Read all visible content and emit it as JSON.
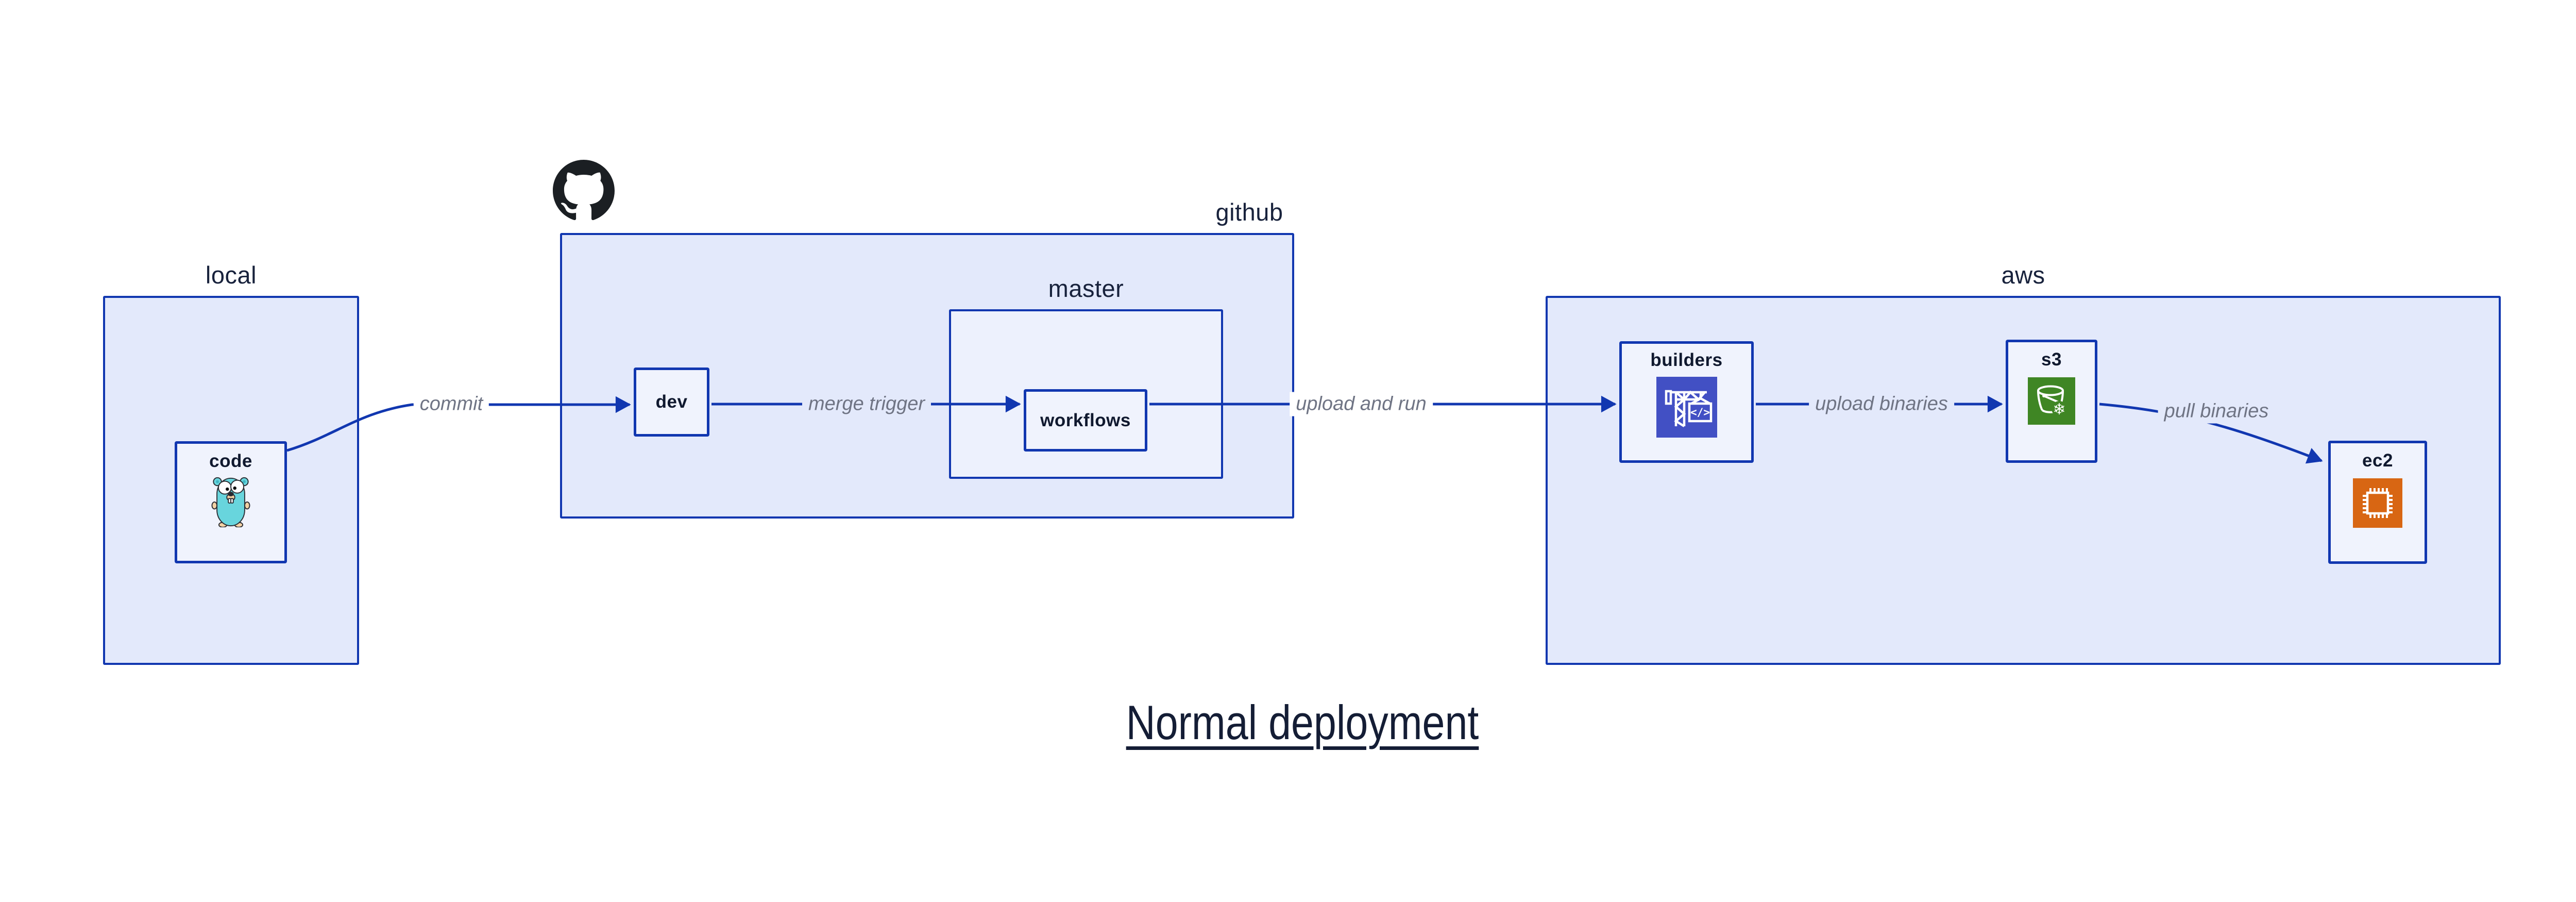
{
  "diagram_title": "Normal deployment",
  "groups": {
    "local": {
      "label": "local"
    },
    "github": {
      "label": "github"
    },
    "master": {
      "label": "master"
    },
    "aws": {
      "label": "aws"
    }
  },
  "nodes": {
    "code": {
      "label": "code",
      "icon": "go-gopher-icon"
    },
    "dev": {
      "label": "dev"
    },
    "workflows": {
      "label": "workflows"
    },
    "builders": {
      "label": "builders",
      "icon": "codebuild-crane-icon"
    },
    "s3": {
      "label": "s3",
      "icon": "s3-bucket-snowflake-icon"
    },
    "ec2": {
      "label": "ec2",
      "icon": "ec2-chip-icon"
    }
  },
  "edges": {
    "commit": {
      "label": "commit",
      "from": "code",
      "to": "dev"
    },
    "merge_trigger": {
      "label": "merge trigger",
      "from": "dev",
      "to": "workflows"
    },
    "upload_and_run": {
      "label": "upload and run",
      "from": "workflows",
      "to": "builders"
    },
    "upload_binaries": {
      "label": "upload binaries",
      "from": "builders",
      "to": "s3"
    },
    "pull_binaries": {
      "label": "pull binaries",
      "from": "s3",
      "to": "ec2"
    }
  },
  "icons": {
    "github": {
      "name": "github-octocat-icon"
    },
    "codebuild": {
      "glyph": "</>"
    },
    "s3": {
      "glyph": "❄"
    }
  },
  "colors": {
    "line_blue": "#1137b0",
    "group_fill": "#e3e9fb",
    "master_fill": "#edf1fd",
    "node_fill": "#f0f3fd",
    "label_navy": "#141d35",
    "edge_label_gray": "#6f7484",
    "codebuild_indigo": "#4250c4",
    "s3_green": "#3f8624",
    "ec2_orange": "#d86613",
    "octocat_black": "#1b1f23",
    "gopher_teal": "#68d5dd"
  }
}
